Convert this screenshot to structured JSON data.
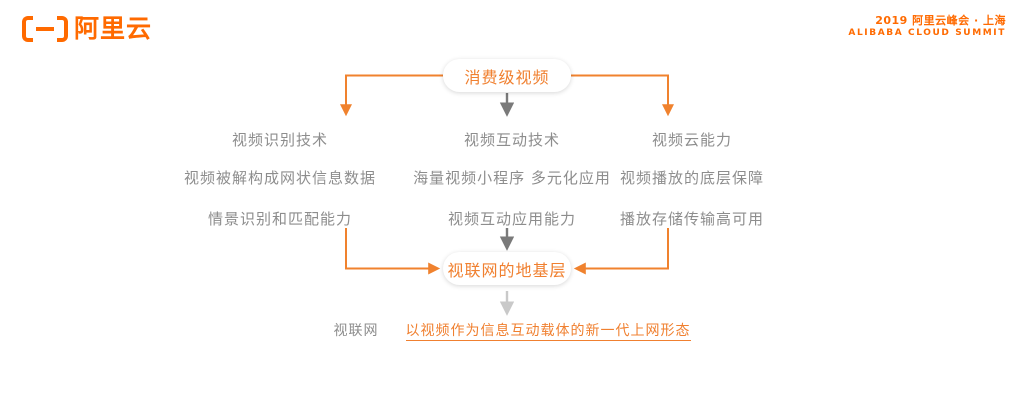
{
  "header": {
    "logo_wordmark": "阿里云",
    "logo_icon": "alibaba-cloud-bracket-logo",
    "summit_line1": "2019 阿里云峰会 · 上海",
    "summit_line2": "ALIBABA CLOUD SUMMIT"
  },
  "colors": {
    "brand_orange": "#ff6a00",
    "node_orange": "#f08030",
    "connector_orange": "#f0822e",
    "connector_gray": "#8d8d8d",
    "text_gray": "#8d8d8d",
    "background": "#ffffff"
  },
  "diagram": {
    "top_node": "消费级视频",
    "bottom_node": "视联网的地基层",
    "columns": [
      {
        "heading": "视频识别技术",
        "line1": "视频被解构成网状信息数据",
        "line2": "情景识别和匹配能力"
      },
      {
        "heading": "视频互动技术",
        "line1": "海量视频小程序 多元化应用",
        "line2": "视频互动应用能力"
      },
      {
        "heading": "视频云能力",
        "line1": "视频播放的底层保障",
        "line2": "播放存储传输高可用"
      }
    ]
  },
  "caption": {
    "term": "视联网",
    "description": "以视频作为信息互动载体的新一代上网形态"
  }
}
